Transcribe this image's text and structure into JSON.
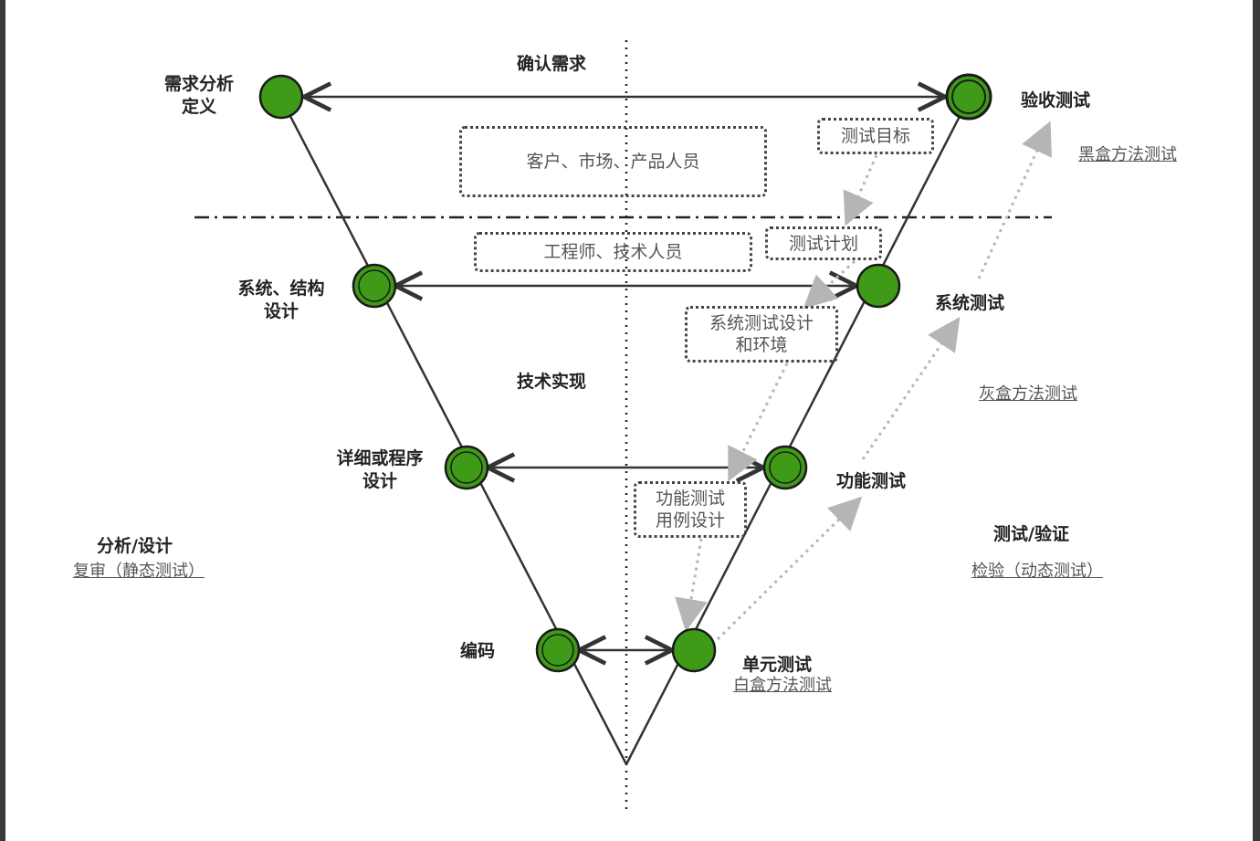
{
  "top_requirement": "确认需求",
  "tech_realization": "技术实现",
  "left_stages": [
    {
      "name": "需求分析",
      "line2": "定义"
    },
    {
      "name": "系统、结构",
      "line2": "设计"
    },
    {
      "name": "详细或程序",
      "line2": "设计"
    },
    {
      "name": "编码"
    }
  ],
  "right_stages": [
    {
      "name": "验收测试"
    },
    {
      "name": "系统测试"
    },
    {
      "name": "功能测试"
    },
    {
      "name": "单元测试"
    }
  ],
  "groups": {
    "customer": "客户、市场、产品人员",
    "engineer": "工程师、技术人员"
  },
  "test_artifacts": {
    "goal": "测试目标",
    "plan": "测试计划",
    "system_design_l1": "系统测试设计",
    "system_design_l2": "和环境",
    "case_design_l1": "功能测试",
    "case_design_l2": "用例设计"
  },
  "methods": {
    "black_box": "黑盒方法测试",
    "grey_box": "灰盒方法测试",
    "white_box": "白盒方法测试"
  },
  "side_left": {
    "title": "分析/设计",
    "sub": "复审（静态测试）"
  },
  "side_right": {
    "title": "测试/验证",
    "sub": "检验（动态测试）"
  },
  "colors": {
    "node_fill": "#3f9a17",
    "node_stroke": "#1a1a1a",
    "line": "#333333",
    "dotted_arrow": "#b5b5b5"
  }
}
